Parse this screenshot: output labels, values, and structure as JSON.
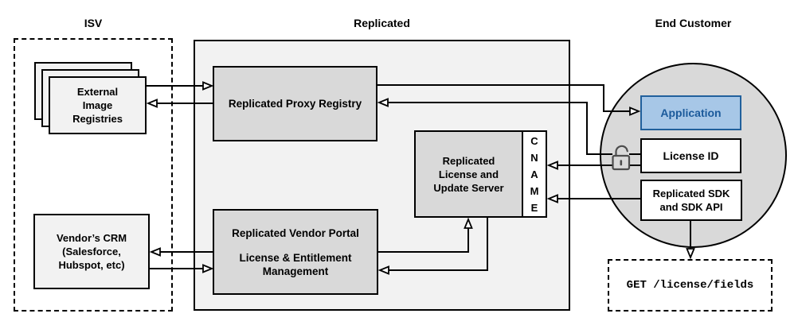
{
  "sections": {
    "isv": {
      "label": "ISV"
    },
    "replicated": {
      "label": "Replicated"
    },
    "end_customer": {
      "label": "End Customer"
    }
  },
  "isv": {
    "registries": {
      "label": "External\nImage\nRegistries"
    },
    "crm": {
      "label": "Vendor’s CRM\n(Salesforce,\nHubspot, etc)"
    }
  },
  "replicated": {
    "proxy_registry": {
      "label": "Replicated Proxy Registry"
    },
    "license_update_server": {
      "label": "Replicated\nLicense and\nUpdate Server"
    },
    "cname": {
      "label": "C\nN\nA\nM\nE"
    },
    "vendor_portal": {
      "title": "Replicated Vendor Portal",
      "subtitle": "License & Entitlement\nManagement"
    }
  },
  "end_customer": {
    "application": {
      "label": "Application"
    },
    "license_id": {
      "label": "License ID"
    },
    "sdk": {
      "label": "Replicated SDK\nand SDK API"
    },
    "api_call": {
      "label": "GET /license/fields"
    }
  },
  "icons": {
    "unlock": "unlock-icon"
  },
  "colors": {
    "accent_blue_fill": "#a7c7e7",
    "accent_blue_border": "#21609c",
    "accent_blue_text": "#1b5a9b",
    "inner_box_gray": "#d9d9d9",
    "panel_gray": "#f2f2f2",
    "circle_gray": "#d9d9d9",
    "line_black": "#000000"
  }
}
